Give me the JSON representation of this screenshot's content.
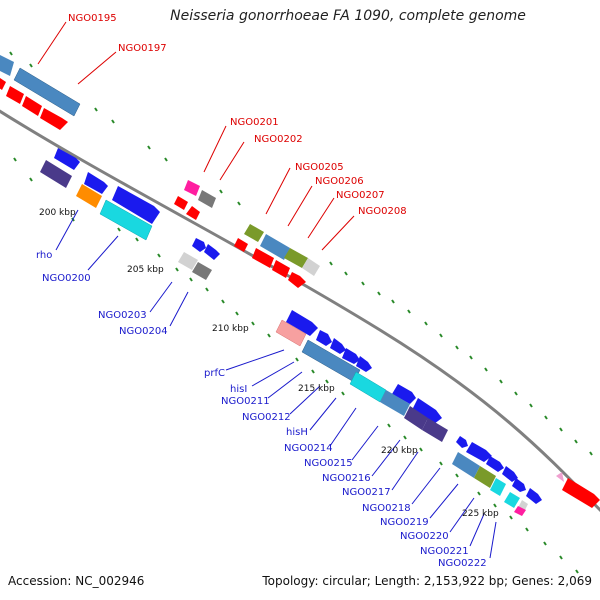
{
  "title": "Neisseria gonorrhoeae FA 1090, complete genome",
  "footer": {
    "accession": "Accession: NC_002946",
    "summary": "Topology: circular; Length: 2,153,922 bp; Genes: 2,069"
  },
  "colors": {
    "red_label": "#dd0000",
    "blue_label": "#1a1acc",
    "backbone": "#808080",
    "tick": "#2a8a2a",
    "feature_red": "#ff0000",
    "feature_blue": "#1a1aee",
    "steel": "#4a88c0",
    "cyan": "#19d8e0",
    "navy": "#4a3a8a",
    "gray": "#787878",
    "lightgray": "#d2d2d2",
    "olive": "#7a9a2a",
    "orange": "#ff8c00",
    "pink": "#f7a0a0",
    "magenta": "#ff1ea0"
  },
  "kbp_labels": [
    "200 kbp",
    "205 kbp",
    "210 kbp",
    "215 kbp",
    "220 kbp",
    "225 kbp"
  ],
  "top_labels": [
    "NGO0195",
    "NGO0197",
    "NGO0201",
    "NGO0202",
    "NGO0205",
    "NGO0206",
    "NGO0207",
    "NGO0208"
  ],
  "bottom_labels": [
    "rho",
    "NGO0200",
    "NGO0203",
    "NGO0204",
    "prfC",
    "hisI",
    "NGO0211",
    "NGO0212",
    "hisH",
    "NGO0214",
    "NGO0215",
    "NGO0216",
    "NGO0217",
    "NGO0218",
    "NGO0219",
    "NGO0220",
    "NGO0221",
    "NGO0222"
  ]
}
